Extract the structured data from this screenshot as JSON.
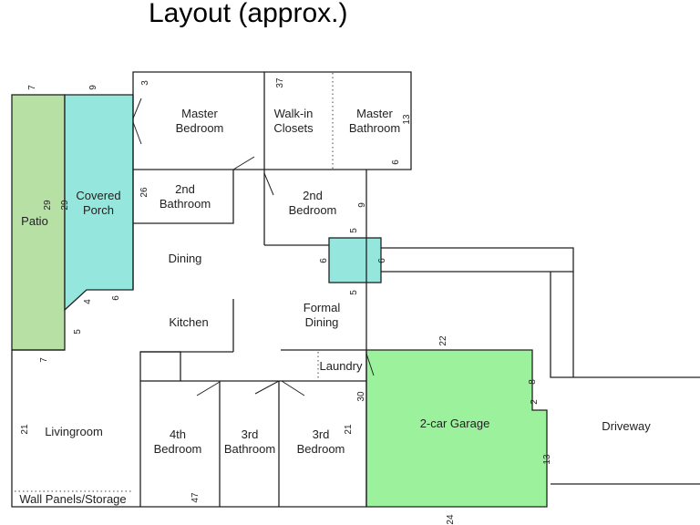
{
  "title": "Layout (approx.)",
  "colors": {
    "patio": "#b6e0a4",
    "covered_porch": "#95e6dc",
    "garage": "#9cf29c",
    "entry": "#95e6dc",
    "walls": "#222222"
  },
  "rooms": {
    "master_bedroom": [
      "Master",
      "Bedroom"
    ],
    "walkin_closets": [
      "Walk-in",
      "Closets"
    ],
    "master_bathroom": [
      "Master",
      "Bathroom"
    ],
    "covered_porch": [
      "Covered",
      "Porch"
    ],
    "patio": "Patio",
    "second_bathroom": [
      "2nd",
      "Bathroom"
    ],
    "second_bedroom": [
      "2nd",
      "Bedroom"
    ],
    "dining": "Dining",
    "kitchen": "Kitchen",
    "formal_dining": [
      "Formal",
      "Dining"
    ],
    "laundry": "Laundry",
    "garage": "2-car Garage",
    "driveway": "Driveway",
    "livingroom": "Livingroom",
    "wall_panels": "Wall Panels/Storage",
    "fourth_bedroom": [
      "4th",
      "Bedroom"
    ],
    "third_bathroom": [
      "3rd",
      "Bathroom"
    ],
    "third_bedroom": [
      "3rd",
      "Bedroom"
    ]
  },
  "dimensions": {
    "patio_top": "7",
    "porch_top": "9",
    "master_bed_corner": "3",
    "closet_top": "37",
    "master_bath_side": "13",
    "master_bath_bottom": "6",
    "patio_side": "29",
    "porch_side": "29",
    "bath2_side": "26",
    "bed2_side": "9",
    "hall_5_upper": "5",
    "entry_left": "6",
    "entry_right": "6",
    "hall_5_lower": "5",
    "porch_angle_4": "4",
    "porch_angle_6": "6",
    "porch_bottom_5": "5",
    "patio_bottom": "7",
    "garage_top": "22",
    "garage_8": "8",
    "garage_2": "2",
    "garage_30": "30",
    "garage_13": "13",
    "living_21": "21",
    "bed3_21": "21",
    "bottom_47": "47",
    "garage_bottom": "24"
  }
}
